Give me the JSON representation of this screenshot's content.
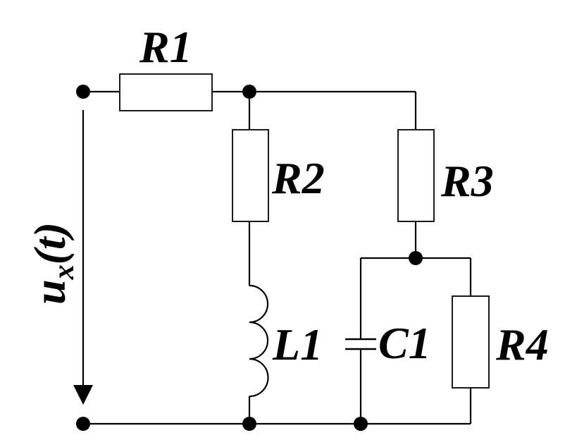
{
  "components": {
    "r1": {
      "label": "R1"
    },
    "r2": {
      "label": "R2"
    },
    "r3": {
      "label": "R3"
    },
    "r4": {
      "label": "R4"
    },
    "l1": {
      "label": "L1"
    },
    "c1": {
      "label": "C1"
    }
  },
  "voltage": {
    "base": "u",
    "subscript": "x",
    "suffix": "(t)"
  },
  "colors": {
    "line": "#000000",
    "background": "#ffffff"
  }
}
